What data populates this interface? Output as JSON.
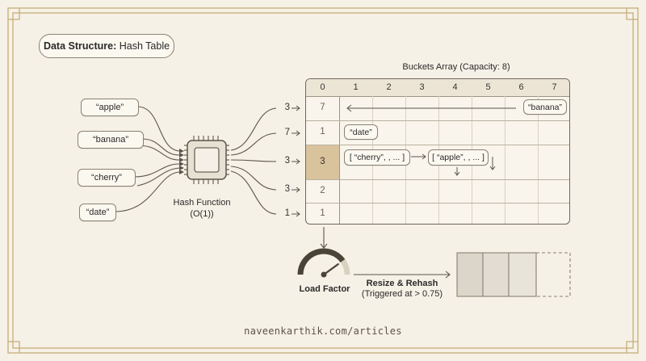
{
  "title": {
    "prefix": "Data Structure:",
    "name": "Hash Table"
  },
  "keys": [
    "“apple”",
    "“banana”",
    "“cherry”",
    "“date”"
  ],
  "hash_function": {
    "label": "Hash Function",
    "complexity": "(O(1))"
  },
  "outputs": [
    "3",
    "7",
    "3",
    "3",
    "1"
  ],
  "buckets": {
    "title": "Buckets Array (Capacity: 8)",
    "columns": [
      "0",
      "1",
      "2",
      "3",
      "4",
      "5",
      "6",
      "7"
    ],
    "row_indices": [
      "7",
      "1",
      "3",
      "2",
      "1"
    ],
    "entries": {
      "banana": "“banana”",
      "date": "“date”",
      "cherry": "[ “cherry”, , ... ]",
      "apple": "[ “apple”, , ... ]"
    }
  },
  "load_factor": {
    "label": "Load Factor",
    "level": 0.8
  },
  "resize": {
    "title": "Resize & Rehash",
    "subtitle": "(Triggered at > 0.75)"
  },
  "footer": "naveenkarthik.com/articles",
  "colors": {
    "background": "#f6f1e6",
    "highlight": "#d9c39d",
    "frame": "#c6ad7b",
    "ink": "#2a2a2a"
  }
}
